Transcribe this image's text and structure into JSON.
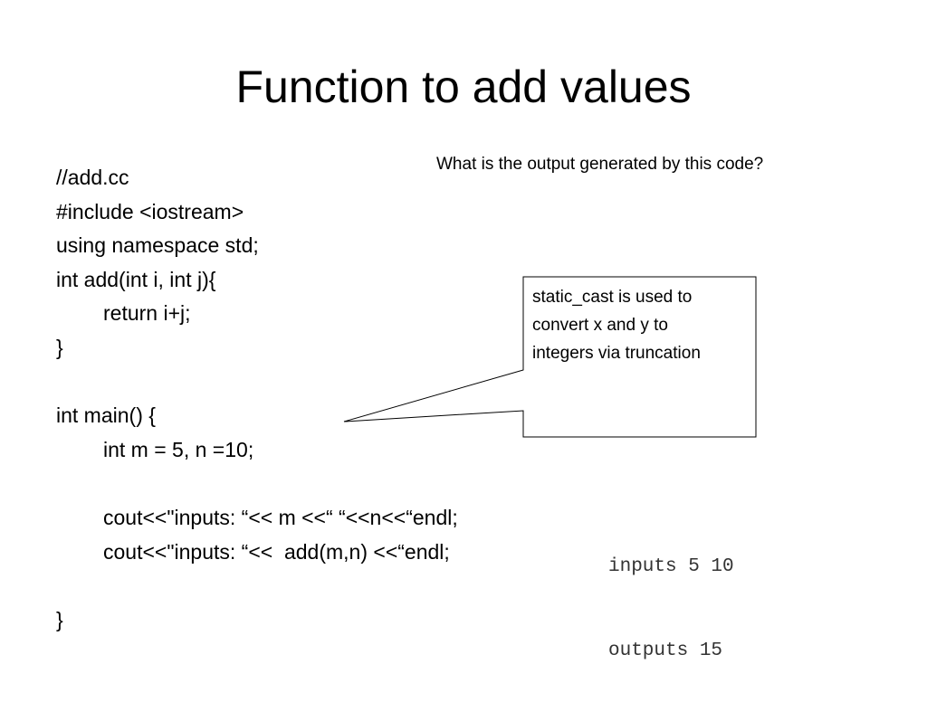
{
  "slide": {
    "title": "Function to add values",
    "question": "What is the output generated by this code?",
    "code_lines": [
      "//add.cc",
      "#include <iostream>",
      "using namespace std;",
      "int add(int i, int j){",
      "return i+j;",
      "}",
      "",
      "int main() {",
      "int m = 5, n =10;",
      "",
      "cout<<\"inputs: “<< m <<“ “<<n<<“endl;",
      "cout<<\"inputs: “<<  add(m,n) <<“endl;",
      "",
      "}"
    ],
    "callout": {
      "lines": [
        "static_cast is used to",
        "convert x and y to",
        "integers via truncation"
      ]
    },
    "output_lines": [
      "inputs 5 10",
      "outputs 15"
    ]
  }
}
